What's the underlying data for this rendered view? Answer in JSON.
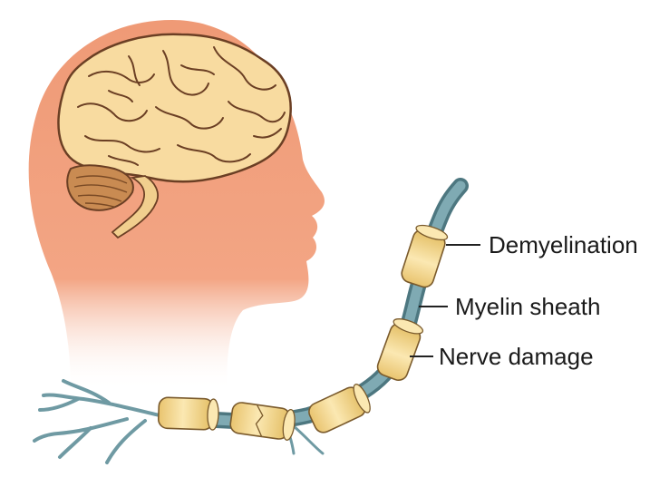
{
  "labels": {
    "demyelination": "Demyelination",
    "myelin_sheath": "Myelin sheath",
    "nerve_damage": "Nerve damage"
  },
  "colors": {
    "head_skin": "#ef9a76",
    "brain_fill": "#f8dba0",
    "brain_outline": "#6b3f24",
    "cerebellum": "#c98b52",
    "axon": "#6f9aa3",
    "axon_dark": "#4d7780",
    "myelin": "#f6dc97",
    "myelin_shade": "#e2bd63",
    "myelin_outline": "#7a5a2c",
    "leader_line": "#222222",
    "label_text": "#1a1a1a"
  }
}
